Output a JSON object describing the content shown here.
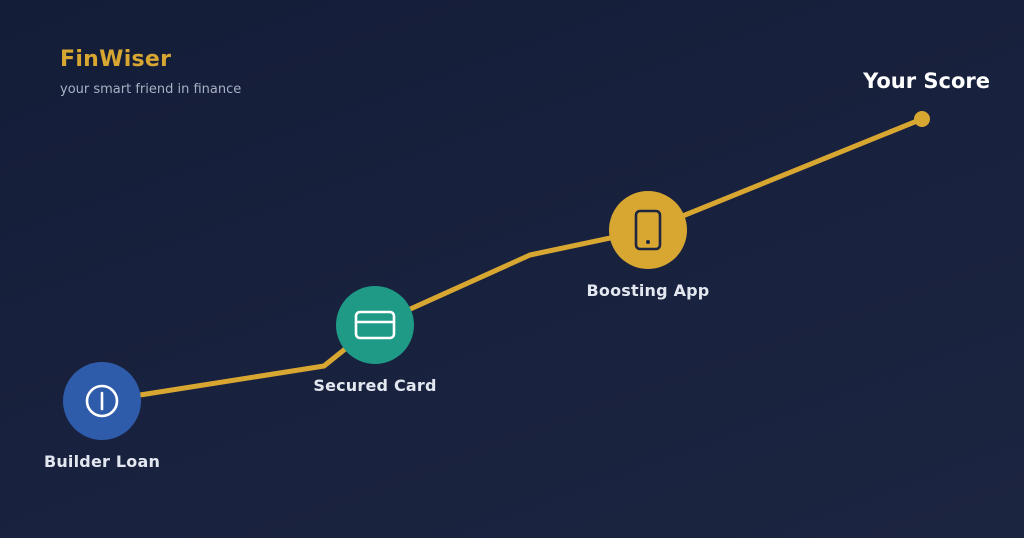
{
  "brand": {
    "name": "FinWiser",
    "tagline": "your smart friend in finance"
  },
  "score": {
    "label": "Your Score"
  },
  "steps": [
    {
      "label": "Builder Loan",
      "icon": "power-icon",
      "color": "#2f5bab"
    },
    {
      "label": "Secured Card",
      "icon": "credit-card-icon",
      "color": "#1f9a86"
    },
    {
      "label": "Boosting App",
      "icon": "smartphone-icon",
      "color": "#d8a731"
    }
  ],
  "colors": {
    "path": "#d8a731",
    "background": "#161f3a"
  }
}
